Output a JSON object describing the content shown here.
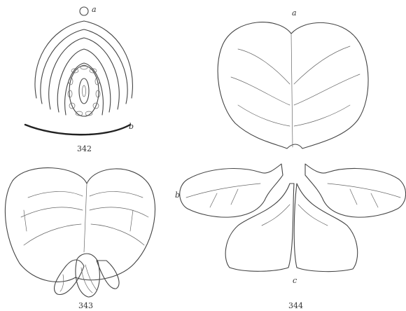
{
  "figures": [
    {
      "number": "342",
      "labels": [
        "a",
        "b"
      ]
    },
    {
      "number": "343",
      "labels": []
    },
    {
      "number": "344",
      "labels": [
        "a",
        "b",
        "c"
      ]
    }
  ],
  "colors": {
    "ink": "#444444",
    "paper": "#ffffff"
  }
}
